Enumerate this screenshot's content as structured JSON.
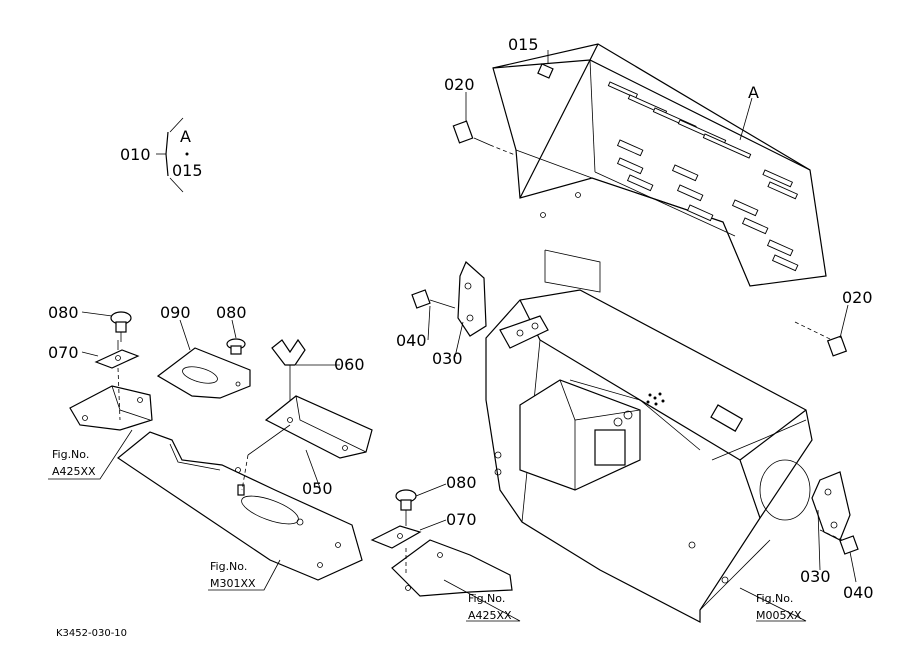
{
  "parts": {
    "p010": "010",
    "p015_top": "015",
    "p015_key": "015",
    "a_key": "A",
    "a_cover": "A",
    "p020_left": "020",
    "p020_right": "020",
    "p080_a": "080",
    "p090": "090",
    "p080_b": "080",
    "p070_a": "070",
    "p060": "060",
    "p050": "050",
    "p040_left": "040",
    "p030_left": "030",
    "p080_c": "080",
    "p070_b": "070",
    "p030_right": "030",
    "p040_right": "040"
  },
  "figrefs": {
    "fig_label": "Fig.No.",
    "a425_left": "A425XX",
    "m301": "M301XX",
    "a425_bottom": "A425XX",
    "m005": "M005XX"
  },
  "drawing_code": "K3452-030-10"
}
